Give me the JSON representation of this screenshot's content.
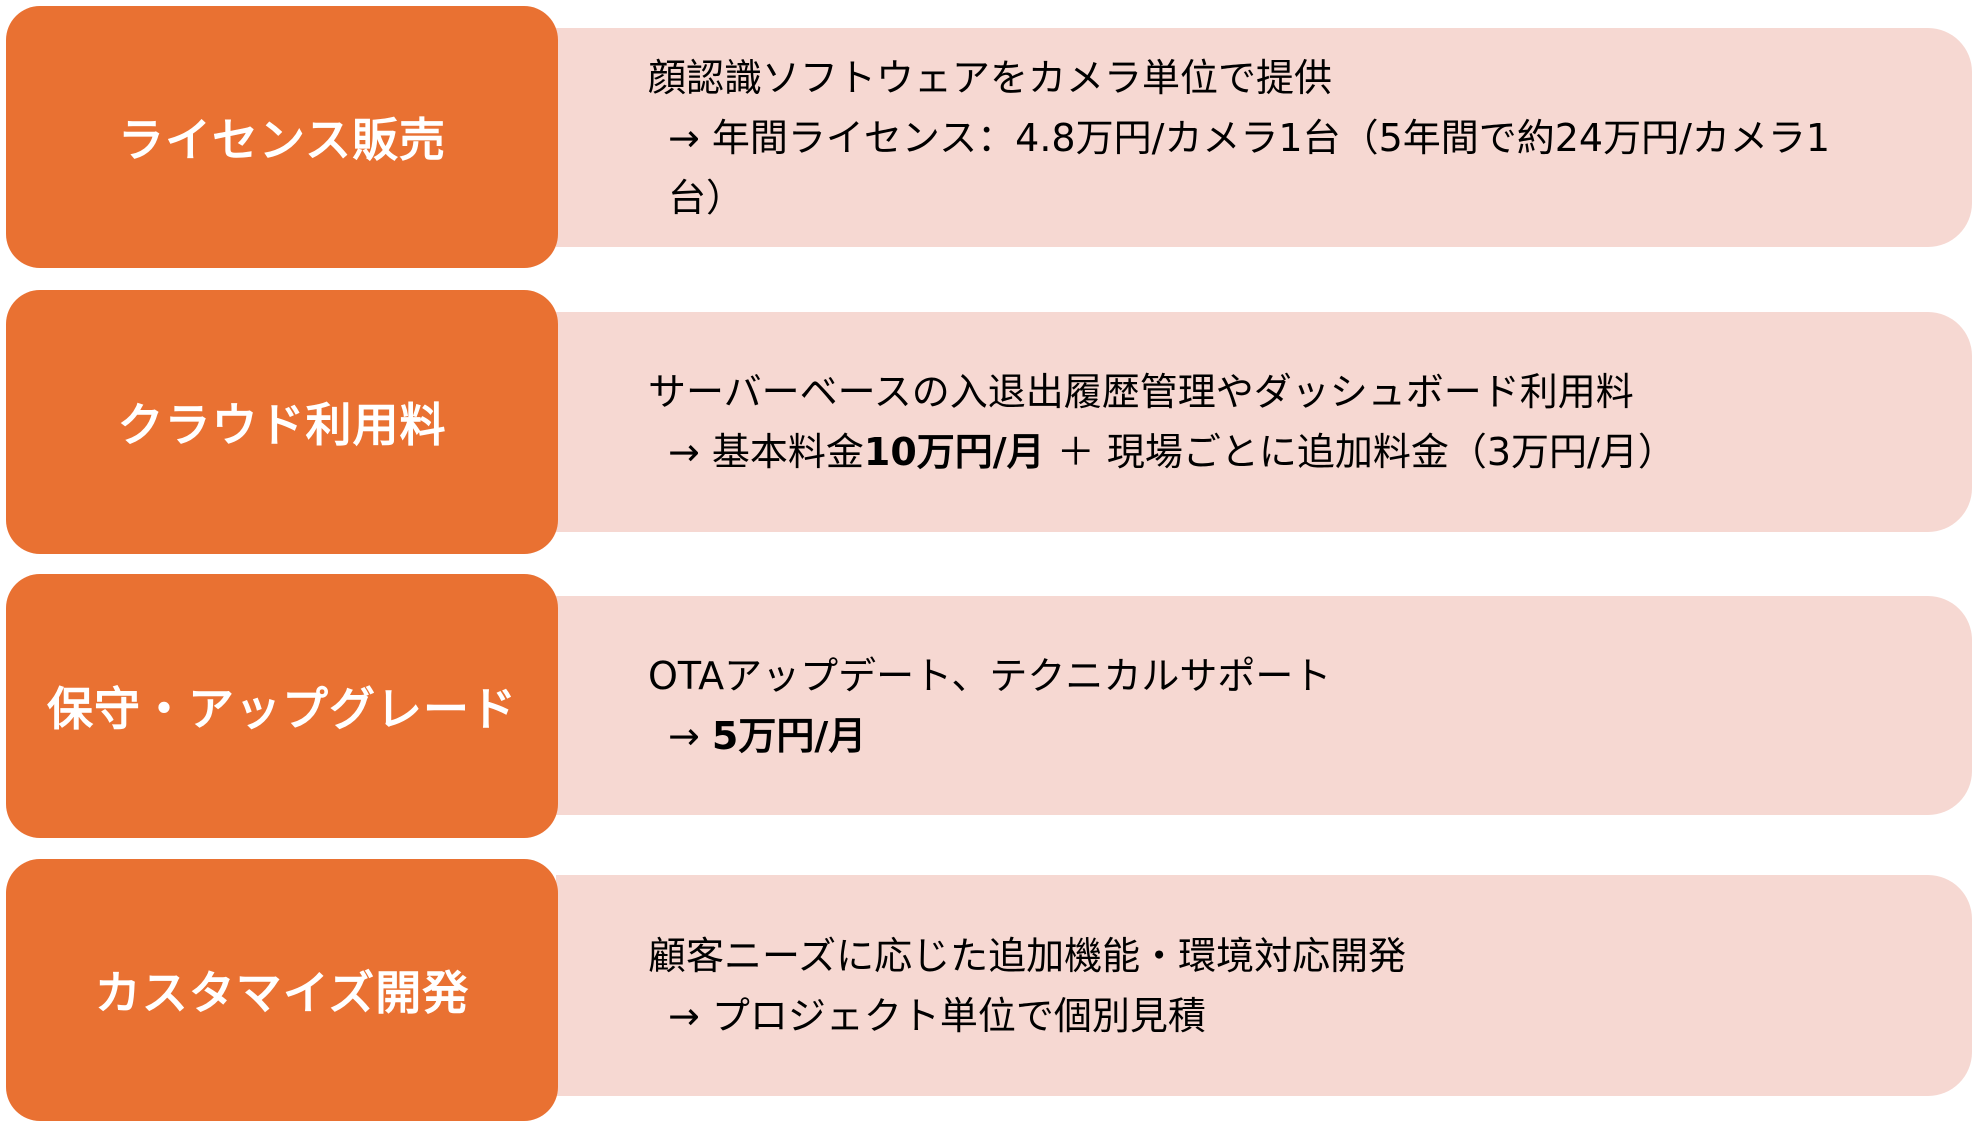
{
  "rows": [
    {
      "title": "ライセンス販売",
      "line1": "顔認識ソフトウェアをカメラ単位で提供",
      "line2": "→ 年間ライセンス：4.8万円/カメラ1台（5年間で約24万円/カメラ1台）"
    },
    {
      "title": "クラウド利用料",
      "line1": "サーバーベースの入退出履歴管理やダッシュボード利用料",
      "line2_a": "→ 基本料金",
      "line2_b": "10万円/月",
      "line2_c": " ＋ 現場ごとに追加料金（3万円/月）"
    },
    {
      "title": "保守・アップグレード",
      "line1": "OTAアップデート、テクニカルサポート",
      "line2_a": "→ ",
      "line2_b": "5万円/月"
    },
    {
      "title": "カスタマイズ開発",
      "line1": "顧客ニーズに応じた追加機能・環境対応開発",
      "line2": "→ プロジェクト単位で個別見積"
    }
  ],
  "colors": {
    "label_bg": "#e97132",
    "desc_bg": "#f6d8d2"
  }
}
